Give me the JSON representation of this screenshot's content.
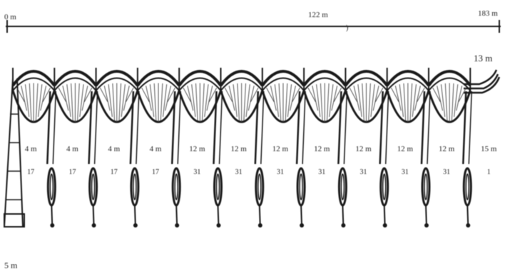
{
  "scale_bar": {
    "left_label": "0 m",
    "middle_label": "122 m",
    "right_label": "183 m"
  },
  "end_label_right": "13 m",
  "bottom_label": "5 m",
  "bays": [
    {
      "label_top": "4 m",
      "label_bottom": "17"
    },
    {
      "label_top": "4 m",
      "label_bottom": "17"
    },
    {
      "label_top": "4 m",
      "label_bottom": "17"
    },
    {
      "label_top": "4 m",
      "label_bottom": "17"
    },
    {
      "label_top": "12 m",
      "label_bottom": "31"
    },
    {
      "label_top": "12 m",
      "label_bottom": "31"
    },
    {
      "label_top": "12 m",
      "label_bottom": "31"
    },
    {
      "label_top": "12 m",
      "label_bottom": "31"
    },
    {
      "label_top": "12 m",
      "label_bottom": "31"
    },
    {
      "label_top": "12 m",
      "label_bottom": "31"
    },
    {
      "label_top": "12 m",
      "label_bottom": "31"
    },
    {
      "label_top": "15 m",
      "label_bottom": "1"
    }
  ],
  "colors": {
    "ink": "#1a1a1a",
    "hatch": "#444444",
    "background": "#ffffff"
  }
}
